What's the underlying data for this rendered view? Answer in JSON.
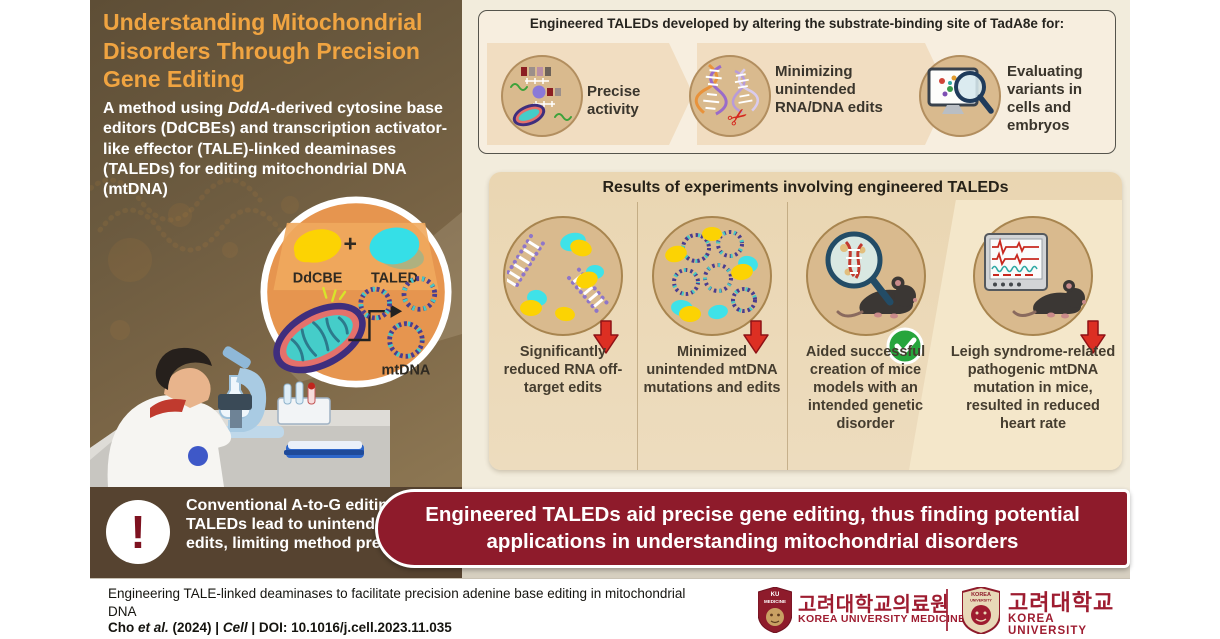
{
  "left_panel": {
    "title": "Understanding Mitochondrial Disorders Through Precision Gene Editing",
    "description_segments": [
      {
        "t": "A method using "
      },
      {
        "t": "DddA",
        "i": true
      },
      {
        "t": "-derived cytosine base editors (DdCBEs) and transcription activator-like effector (TALE)-linked deaminases (TALEDs) for editing mitochondrial DNA (mtDNA)"
      }
    ],
    "diagram": {
      "ddcbe_label": "DdCBE",
      "plus": "+",
      "taled_label": "TALED",
      "mtdna_label": "mtDNA"
    }
  },
  "top_panel": {
    "header": "Engineered TALEDs developed by altering the substrate-binding site of TadA8e for:",
    "items": [
      {
        "label": "Precise activity",
        "icon": "mitochondria-editing-icon"
      },
      {
        "label": "Minimizing unintended RNA/DNA edits",
        "icon": "dna-scissors-icon"
      },
      {
        "label": "Evaluating variants in cells and embryos",
        "icon": "monitor-magnifier-icon"
      }
    ]
  },
  "results_panel": {
    "header": "Results of experiments involving engineered TALEDs",
    "items": [
      {
        "text": "Significantly reduced RNA off-target edits",
        "indicator": "decrease"
      },
      {
        "text": "Minimized unintended mtDNA mutations and edits",
        "indicator": "decrease"
      },
      {
        "text": "Aided successful creation of mice models with an intended genetic disorder",
        "indicator": "success"
      },
      {
        "text": "Leigh syndrome-related pathogenic mtDNA mutation in mice, resulted in reduced heart rate",
        "indicator": "decrease"
      }
    ]
  },
  "warning": {
    "exclamation": "!",
    "text": "Conventional A-to-G editing with TALEDs lead to unintended gene edits, limiting method precision"
  },
  "banner": {
    "text": "Engineered TALEDs aid precise gene editing, thus finding potential applications in understanding mitochondrial disorders"
  },
  "footer": {
    "citation_title": "Engineering TALE-linked deaminases to facilitate precision adenine base editing in mitochondrial DNA",
    "citation_line_segments": [
      {
        "t": "Cho "
      },
      {
        "t": "et al.",
        "i": true
      },
      {
        "t": " (2024) | "
      },
      {
        "t": "Cell",
        "i": true
      },
      {
        "t": " | DOI: 10.1016/j.cell.2023.11.035"
      }
    ],
    "logos": [
      {
        "shield_text": "KU MEDICINE",
        "korean": "고려대학교의료원",
        "english": "KOREA UNIVERSITY MEDICINE"
      },
      {
        "shield_text": "KOREA UNIVERSITY",
        "korean": "고려대학교",
        "english": "KOREA UNIVERSITY"
      }
    ]
  },
  "colors": {
    "accent_orange": "#F0A441",
    "maroon_banner": "#8E1B2B",
    "logo_red": "#9E1C30",
    "success_green": "#27A53C",
    "alert_red": "#DC2F23",
    "cream_panel": "#F2ECDC",
    "brown_panel": "#6B5A3F"
  }
}
